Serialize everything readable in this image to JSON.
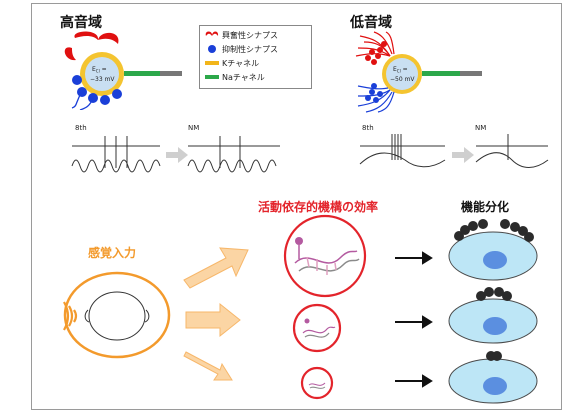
{
  "top": {
    "high_title": "高音域",
    "low_title": "低音域",
    "high_ecl_line1": "E",
    "high_ecl_sub": "Cl",
    "high_ecl_eq": " =",
    "high_ecl_value": "−33 mV",
    "low_ecl_line1": "E",
    "low_ecl_sub": "Cl",
    "low_ecl_eq": " =",
    "low_ecl_value": "−50 mV"
  },
  "legend": {
    "items": [
      {
        "label": "興奮性シナプス",
        "icon": "excitatory-synapse-icon",
        "color": "#e01010"
      },
      {
        "label": "抑制性シナプス",
        "icon": "inhibitory-synapse-icon",
        "color": "#1a3fd8"
      },
      {
        "label": "Kチャネル",
        "icon": "k-channel-icon",
        "color": "#f2b51a"
      },
      {
        "label": "Naチャネル",
        "icon": "na-channel-icon",
        "color": "#2ca84a"
      }
    ]
  },
  "traces": {
    "high_left": "8th",
    "high_right": "NM",
    "low_left": "8th",
    "low_right": "NM"
  },
  "bottom": {
    "input_title": "感覚入力",
    "efficiency_title": "活動依存的機構の効率",
    "differentiation_title": "機能分化"
  },
  "colors": {
    "orange": "#f39a2c",
    "red": "#e3242b",
    "blue_cell": "#bde6f6",
    "nucleus": "#5b8fe0"
  }
}
